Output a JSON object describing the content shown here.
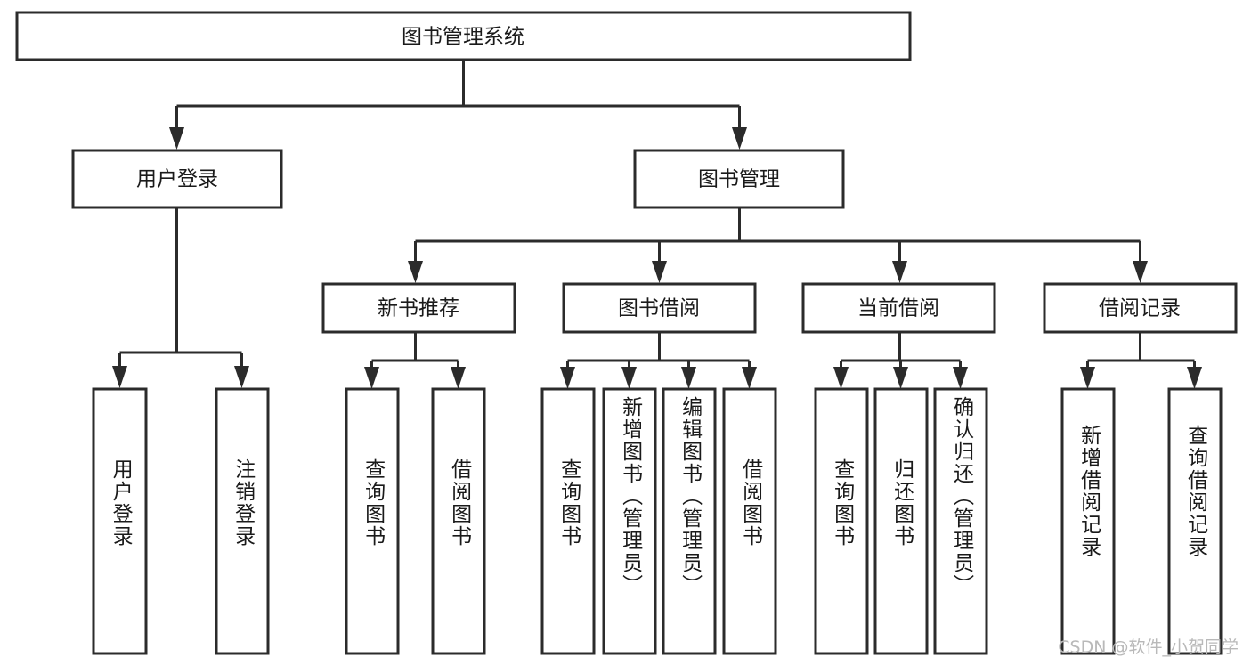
{
  "diagram": {
    "type": "tree",
    "title": "图书管理系统",
    "root": {
      "label": "图书管理系统"
    },
    "level2": [
      {
        "label": "用户登录"
      },
      {
        "label": "图书管理"
      }
    ],
    "level3": [
      {
        "label": "新书推荐"
      },
      {
        "label": "图书借阅"
      },
      {
        "label": "当前借阅"
      },
      {
        "label": "借阅记录"
      }
    ],
    "leaves": {
      "user_login": [
        {
          "label": "用户登录"
        },
        {
          "label": "注销登录"
        }
      ],
      "new_book_recommend": [
        {
          "label": "查询图书"
        },
        {
          "label": "借阅图书"
        }
      ],
      "book_borrow": [
        {
          "label": "查询图书"
        },
        {
          "label": "新增图书（管理员）"
        },
        {
          "label": "编辑图书（管理员）"
        },
        {
          "label": "借阅图书"
        }
      ],
      "current_borrow": [
        {
          "label": "查询图书"
        },
        {
          "label": "归还图书"
        },
        {
          "label": "确认归还（管理员）"
        }
      ],
      "borrow_record": [
        {
          "label": "新增借阅记录"
        },
        {
          "label": "查询借阅记录"
        }
      ]
    }
  },
  "watermark": {
    "text": "CSDN @软件_小贺同学"
  },
  "colors": {
    "box_stroke": "#2b2b2b",
    "box_fill": "#ffffff",
    "text": "#1a1a1a",
    "watermark": "#b9b9b9",
    "background": "#ffffff"
  }
}
